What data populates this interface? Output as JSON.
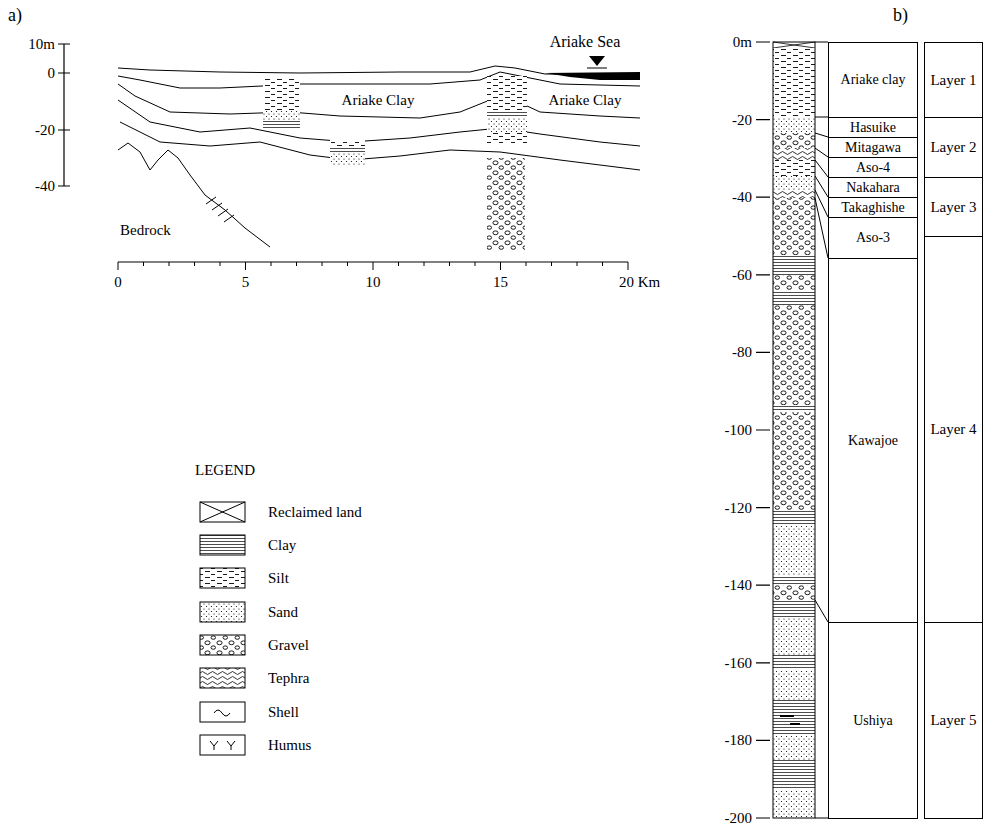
{
  "diagram": {
    "nodes": [
      {
        "text": [
          "Ariake clay"
        ]
      },
      {
        "text": [
          "Hasuike"
        ]
      },
      {
        "text": [
          "Mitagawa"
        ]
      },
      {
        "text": [
          "Aso-4"
        ]
      },
      {
        "text": [
          "Nakahara"
        ]
      },
      {
        "text": [
          "Takaghishe"
        ]
      },
      {
        "text": [
          "Aso-3"
        ]
      },
      {
        "text": [
          "Kawajoe"
        ]
      },
      {
        "text": [
          "Ushiya"
        ]
      },
      {
        "text": [
          "Layer 1"
        ]
      },
      {
        "text": [
          "Layer 2"
        ]
      },
      {
        "text": [
          "Layer 3"
        ]
      },
      {
        "text": [
          "Layer 4"
        ]
      },
      {
        "text": [
          "Layer 5"
        ]
      }
    ],
    "labels": [
      "a)",
      "10m",
      "0",
      "-20",
      "-40",
      "Ariake Sea",
      "Ariake Clay",
      "Ariake Clay",
      "Bedrock",
      "0",
      "5",
      "10",
      "15",
      "20 Km",
      "LEGEND",
      "b)",
      "0m",
      "-20",
      "-40",
      "-60",
      "-80",
      "-100",
      "-120",
      "-140",
      "-160",
      "-180",
      "-200"
    ],
    "legend": [
      {
        "text": "Reclaimed land"
      },
      {
        "text": "Clay"
      },
      {
        "text": "Silt"
      },
      {
        "text": "Sand"
      },
      {
        "text": "Gravel"
      },
      {
        "text": "Tephra"
      },
      {
        "text": "Shell"
      },
      {
        "text": "Humus"
      }
    ]
  }
}
